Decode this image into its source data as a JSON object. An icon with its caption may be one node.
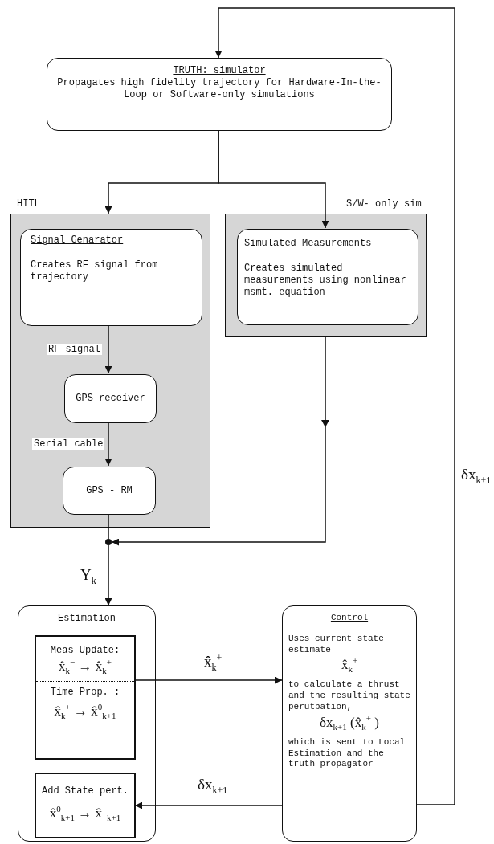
{
  "diagram": {
    "nodes": [
      {
        "text": [
          "TRUTH: simulator",
          "Propagates high fidelity trajectory for Hardware-In-the-Loop or Software-only simulations"
        ]
      },
      {
        "text": [
          "HITL"
        ]
      },
      {
        "text": [
          "Signal Genarator",
          "Creates RF signal from trajectory"
        ],
        "in": 1
      },
      {
        "text": [
          "GPS receiver"
        ],
        "in": 1
      },
      {
        "text": [
          "GPS - RM"
        ],
        "in": 1
      },
      {
        "text": [
          "S/W- only sim"
        ]
      },
      {
        "text": [
          "Simulated Measurements",
          "Creates simulated measurements using nonlinear msmt. equation"
        ],
        "in": 5
      },
      {
        "text": [],
        "shape": "circle"
      },
      {
        "text": [
          "Estimation"
        ]
      },
      {
        "text": [
          "Meas Update:",
          "x̂$_{k}$$^{−}$ → x̂$_{k}$$^{+}$",
          "Time Prop. :",
          "x̂$_{k}$$^{+}$ → x̂$^{0}$$_{k+1}$"
        ],
        "in": 8
      },
      {
        "text": [
          "Add State pert.",
          "x̂$^{0}$$_{k+1}$ → x̂$^{−}$$_{k+1}$"
        ],
        "in": 8
      },
      {
        "text": [
          "Control",
          "Uses current state estimate",
          "x̂$_{k}$$^{+}$",
          "to calculate a thrust and the resulting state perutbation,",
          "δx$_{k+1}$ (x̂$_{k}$$^{+}$ )",
          "which is sent to Local Estimation and the truth propagator"
        ]
      }
    ],
    "edges": [
      {
        "from": 11,
        "to": 0,
        "arrow": "to",
        "label": "δx$_{k+1}$"
      },
      {
        "from": 0,
        "to": 1,
        "arrow": "to"
      },
      {
        "from": 0,
        "to": 6,
        "arrow": "to"
      },
      {
        "from": 2,
        "to": 3,
        "arrow": "to",
        "label": "RF signal"
      },
      {
        "from": 3,
        "to": 4,
        "arrow": "to",
        "label": "Serial cable"
      },
      {
        "from": 4,
        "to": 7,
        "arrow": "none"
      },
      {
        "from": 5,
        "to": 7,
        "arrow": "to"
      },
      {
        "from": 7,
        "to": 8,
        "arrow": "to",
        "label": "Y$_{k}$"
      },
      {
        "from": 9,
        "to": 11,
        "arrow": "to",
        "label": "x̂$_{k}$$^{+}$"
      },
      {
        "from": 11,
        "to": 10,
        "arrow": "to",
        "label": "δx$_{k+1}$"
      }
    ]
  }
}
